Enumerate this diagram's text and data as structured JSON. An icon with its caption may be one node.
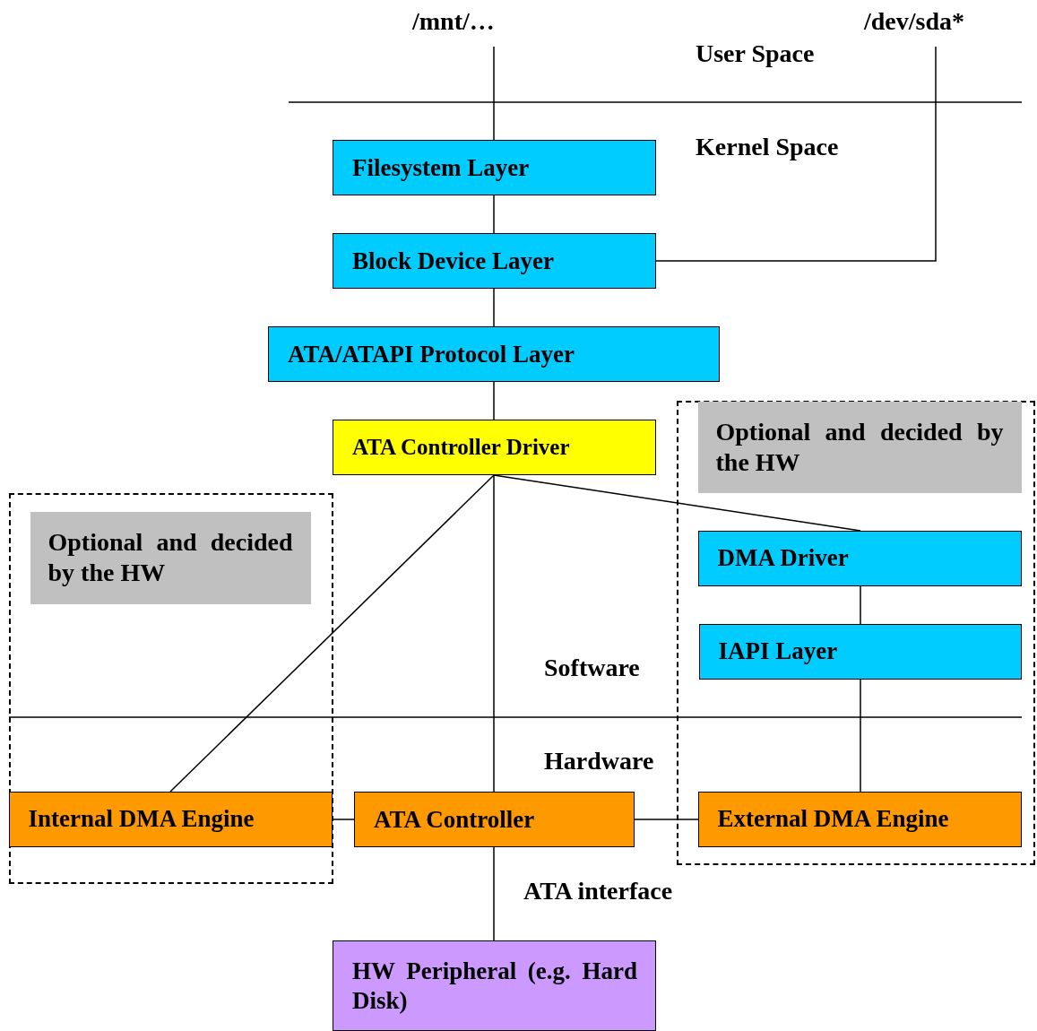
{
  "diagram": {
    "nodes": [
      {
        "text": [
          "/mnt/…"
        ]
      },
      {
        "text": [
          "/dev/sda*"
        ]
      },
      {
        "text": [
          "Filesystem Layer"
        ]
      },
      {
        "text": [
          "Block Device Layer"
        ]
      },
      {
        "text": [
          "ATA/ATAPI Protocol Layer"
        ]
      },
      {
        "text": [],
        "shape": "box"
      },
      {
        "text": [
          "Optional and decided by the HW"
        ],
        "in": 5
      },
      {
        "text": [
          "ATA Controller Driver"
        ]
      },
      {
        "text": [],
        "shape": "box"
      },
      {
        "text": [
          "Optional and decided by the HW"
        ],
        "in": 8
      },
      {
        "text": [
          "DMA Driver"
        ],
        "in": 5
      },
      {
        "text": [
          "IAPI Layer"
        ],
        "in": 5
      },
      {
        "text": [
          "Internal DMA Engine"
        ],
        "in": 8
      },
      {
        "text": [
          "ATA Controller"
        ]
      },
      {
        "text": [
          "External DMA Engine"
        ],
        "in": 5
      },
      {
        "text": [
          "HW Peripheral (e.g. Hard Disk)"
        ]
      }
    ],
    "edges": [
      {
        "from": 0,
        "to": 2,
        "arrow": "none"
      },
      {
        "from": 1,
        "to": 3,
        "arrow": "none"
      },
      {
        "from": 2,
        "to": 3,
        "arrow": "none"
      },
      {
        "from": 3,
        "to": 4,
        "arrow": "none"
      },
      {
        "from": 4,
        "to": 7,
        "arrow": "none"
      },
      {
        "from": 7,
        "to": 12,
        "arrow": "none"
      },
      {
        "from": 7,
        "to": 13,
        "arrow": "none"
      },
      {
        "from": 7,
        "to": 10,
        "arrow": "none"
      },
      {
        "from": 10,
        "to": 11,
        "arrow": "none"
      },
      {
        "from": 11,
        "to": 14,
        "arrow": "none"
      },
      {
        "from": 12,
        "to": 13,
        "arrow": "none"
      },
      {
        "from": 13,
        "to": 14,
        "arrow": "none"
      },
      {
        "from": 13,
        "to": 15,
        "label": "ATA interface",
        "arrow": "none"
      }
    ],
    "labels": [
      "User Space",
      "Kernel Space",
      "Software",
      "Hardware"
    ]
  }
}
